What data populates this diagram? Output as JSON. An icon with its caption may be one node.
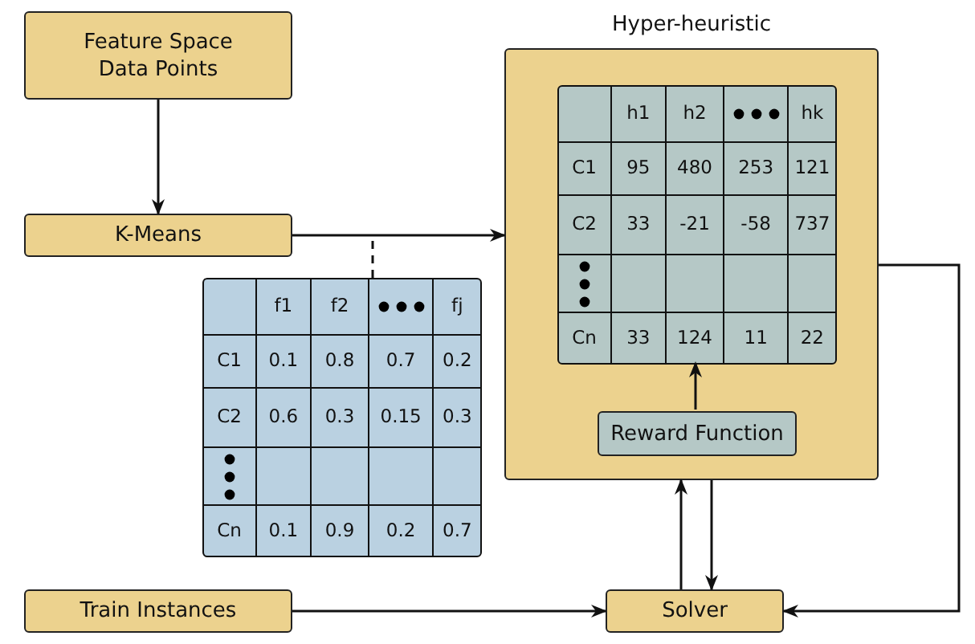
{
  "diagram": {
    "nodes": [
      {
        "text": [
          "Feature Space Data Points"
        ]
      },
      {
        "text": [
          "K-Means"
        ]
      },
      {
        "text": [
          "f1",
          "f2",
          "fj",
          "C1",
          "0.1",
          "0.8",
          "0.7",
          "0.2",
          "C2",
          "0.6",
          "0.3",
          "0.15",
          "0.3",
          "Cn",
          "0.1",
          "0.9",
          "0.2",
          "0.7"
        ]
      },
      {
        "text": [
          "Hyper-heuristic"
        ]
      },
      {
        "text": [
          "h1",
          "h2",
          "hk",
          "C1",
          "95",
          "480",
          "253",
          "121",
          "C2",
          "33",
          "-21",
          "-58",
          "737",
          "Cn",
          "33",
          "124",
          "11",
          "22"
        ],
        "in": 3
      },
      {
        "text": [
          "Reward Function"
        ],
        "in": 3
      },
      {
        "text": [
          "Train Instances"
        ]
      },
      {
        "text": [
          "Solver"
        ]
      }
    ],
    "edges": [
      {
        "from": 0,
        "to": 1,
        "arrow": "to"
      },
      {
        "from": 1,
        "to": 3,
        "arrow": "to"
      },
      {
        "from": 2,
        "to": null,
        "arrow": "none",
        "style": "dashed"
      },
      {
        "from": 5,
        "to": 4,
        "arrow": "to"
      },
      {
        "from": 7,
        "to": 3,
        "arrow": "to"
      },
      {
        "from": 3,
        "to": 7,
        "arrow": "to"
      },
      {
        "from": 6,
        "to": 7,
        "arrow": "to"
      },
      {
        "from": 3,
        "to": 7,
        "arrow": "to"
      }
    ]
  }
}
